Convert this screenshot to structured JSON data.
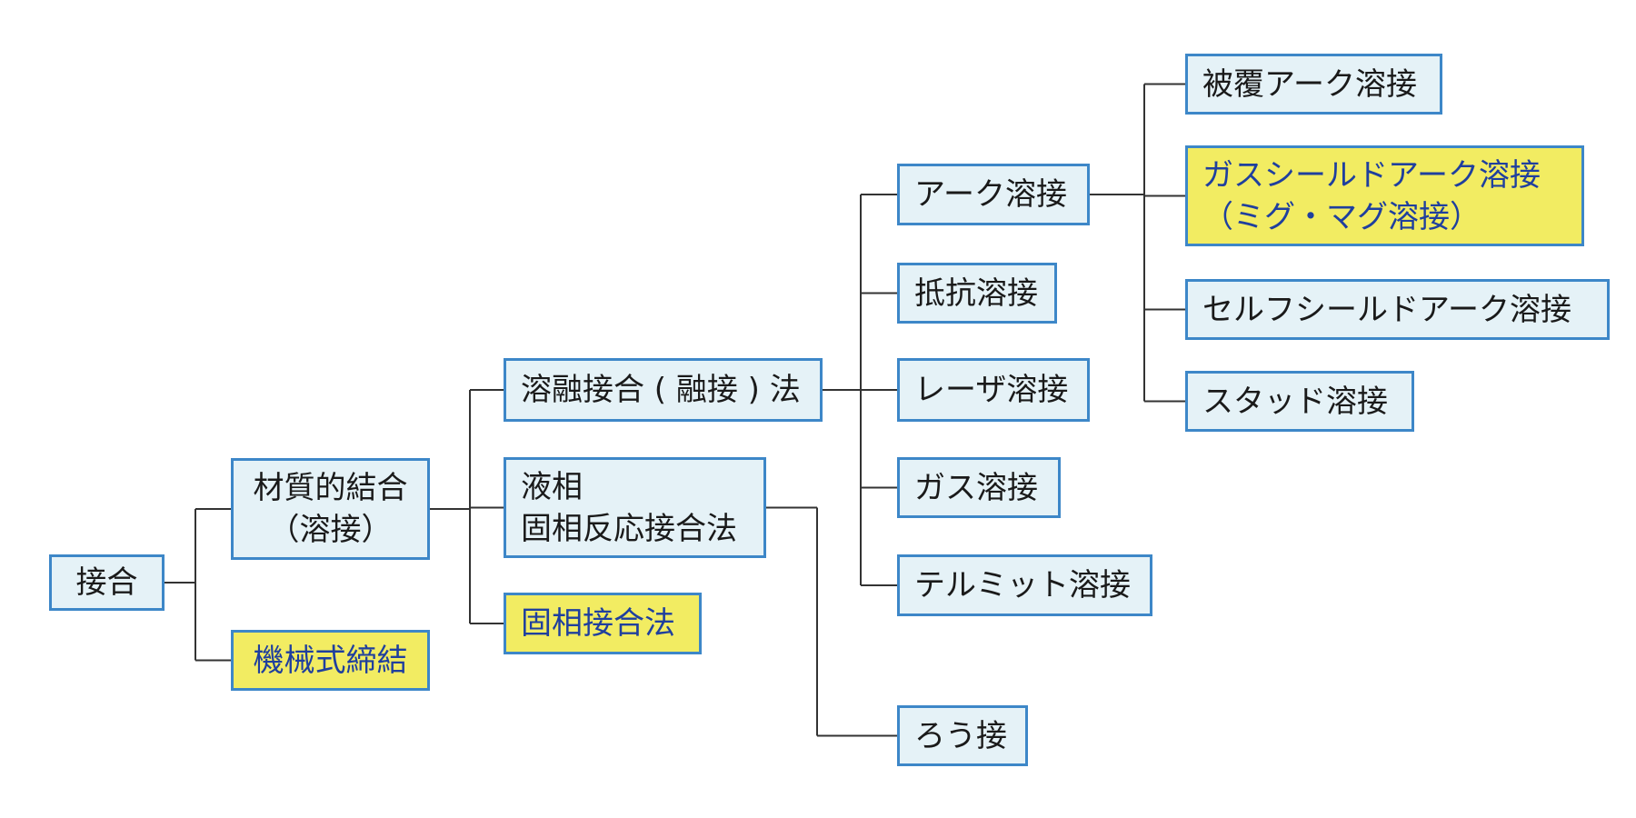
{
  "diagram": {
    "title": "",
    "colors": {
      "node_border": "#3d87c8",
      "node_fill": "#e5f2f7",
      "highlight_fill": "#f2ec62",
      "highlight_text": "#1f3f9e",
      "text": "#1a1a1a",
      "connector": "#333333"
    },
    "nodes": {
      "root": {
        "lines": [
          "接合"
        ],
        "highlight": false
      },
      "material": {
        "lines": [
          "材質的結合",
          "（溶接）"
        ],
        "highlight": false
      },
      "mechanical": {
        "lines": [
          "機械式締結"
        ],
        "highlight": true
      },
      "fusion": {
        "lines": [
          "溶融接合 ( 融接 ) 法"
        ],
        "highlight": false
      },
      "liquid_solid": {
        "lines": [
          "液相",
          "固相反応接合法"
        ],
        "highlight": false
      },
      "solid": {
        "lines": [
          "固相接合法"
        ],
        "highlight": true
      },
      "arc": {
        "lines": [
          "アーク溶接"
        ],
        "highlight": false
      },
      "resistance": {
        "lines": [
          "抵抗溶接"
        ],
        "highlight": false
      },
      "laser": {
        "lines": [
          "レーザ溶接"
        ],
        "highlight": false
      },
      "gas": {
        "lines": [
          "ガス溶接"
        ],
        "highlight": false
      },
      "thermit": {
        "lines": [
          "テルミット溶接"
        ],
        "highlight": false
      },
      "brazing": {
        "lines": [
          "ろう接"
        ],
        "highlight": false
      },
      "coated_arc": {
        "lines": [
          "被覆アーク溶接"
        ],
        "highlight": false
      },
      "gas_shield": {
        "lines": [
          "ガスシールドアーク溶接",
          "（ミグ・マグ溶接）"
        ],
        "highlight": true
      },
      "self_shield": {
        "lines": [
          "セルフシールドアーク溶接"
        ],
        "highlight": false
      },
      "stud": {
        "lines": [
          "スタッド溶接"
        ],
        "highlight": false
      }
    },
    "edges": [
      [
        "root",
        "material"
      ],
      [
        "root",
        "mechanical"
      ],
      [
        "material",
        "fusion"
      ],
      [
        "material",
        "liquid_solid"
      ],
      [
        "material",
        "solid"
      ],
      [
        "fusion",
        "arc"
      ],
      [
        "fusion",
        "resistance"
      ],
      [
        "fusion",
        "laser"
      ],
      [
        "fusion",
        "gas"
      ],
      [
        "fusion",
        "thermit"
      ],
      [
        "liquid_solid",
        "brazing"
      ],
      [
        "arc",
        "coated_arc"
      ],
      [
        "arc",
        "gas_shield"
      ],
      [
        "arc",
        "self_shield"
      ],
      [
        "arc",
        "stud"
      ]
    ]
  }
}
